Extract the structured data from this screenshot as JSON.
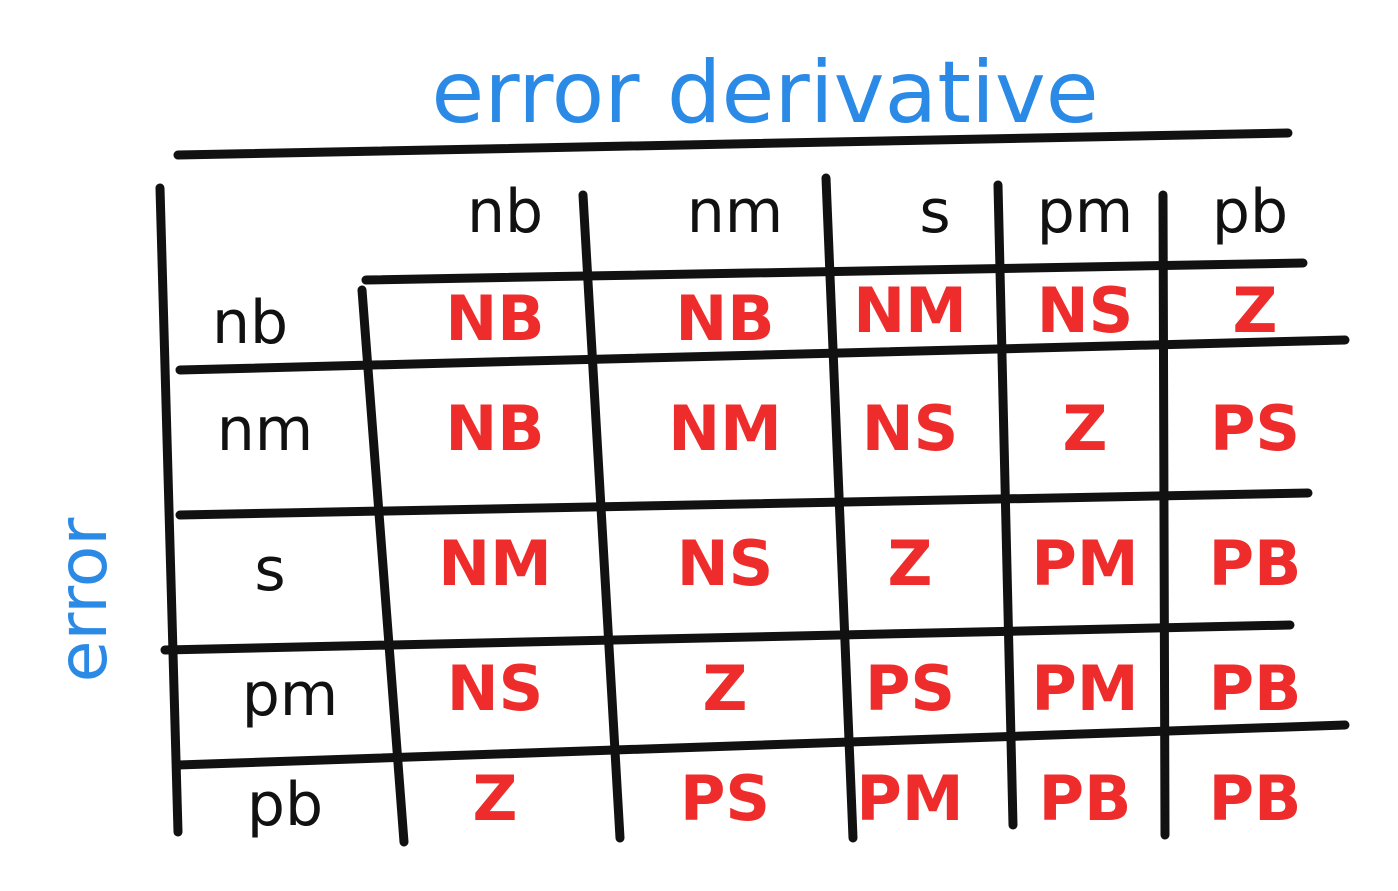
{
  "column_axis_title": "error derivative",
  "row_axis_title": "error",
  "column_headers": [
    "nb",
    "nm",
    "s",
    "pm",
    "pb"
  ],
  "row_headers": [
    "nb",
    "nm",
    "s",
    "pm",
    "pb"
  ],
  "rows": [
    [
      "NB",
      "NB",
      "NM",
      "NS",
      "Z"
    ],
    [
      "NB",
      "NM",
      "NS",
      "Z",
      "PS"
    ],
    [
      "NM",
      "NS",
      "Z",
      "PM",
      "PB"
    ],
    [
      "NS",
      "Z",
      "PS",
      "PM",
      "PB"
    ],
    [
      "Z",
      "PS",
      "PM",
      "PB",
      "PB"
    ]
  ],
  "colors": {
    "axis_title": "#2b8ae6",
    "ink": "#111111",
    "cell_text": "#ee2c2c"
  }
}
